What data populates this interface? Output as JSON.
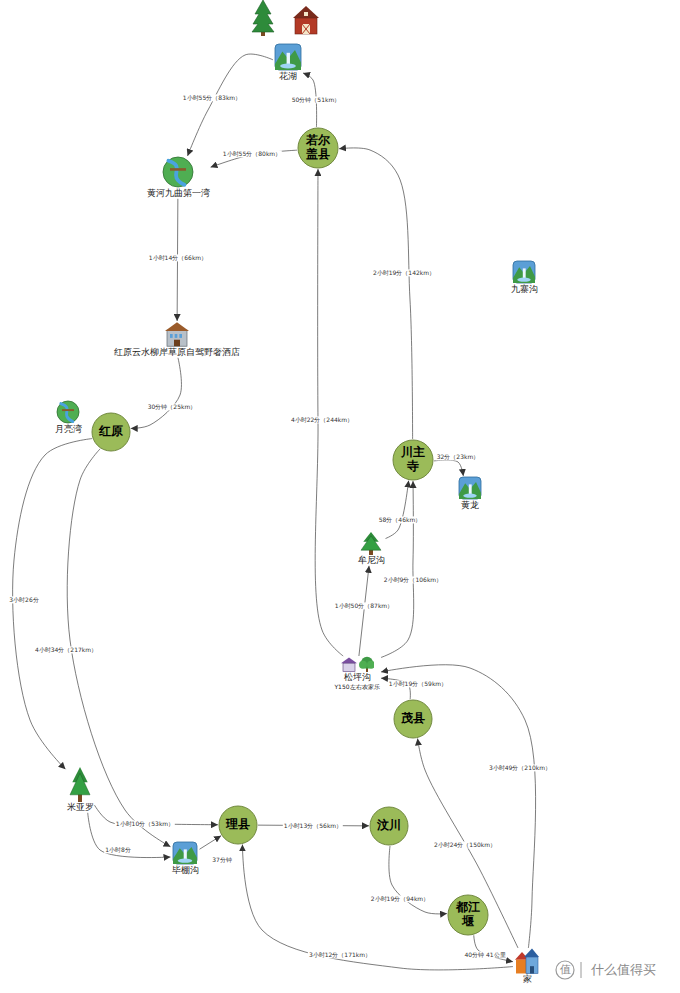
{
  "diagram": {
    "nodes": [
      {
        "text": [
          "花湖"
        ]
      },
      {
        "text": [
          "若尔盖县"
        ]
      },
      {
        "text": [
          "黄河九曲第一湾"
        ]
      },
      {
        "text": [
          "九寨沟"
        ]
      },
      {
        "text": [
          "红原云水柳岸草原自驾野奢酒店"
        ]
      },
      {
        "text": [
          "月亮湾"
        ]
      },
      {
        "text": [
          "红原"
        ]
      },
      {
        "text": [
          "川主寺"
        ]
      },
      {
        "text": [
          "黄龙"
        ]
      },
      {
        "text": [
          "牟尼沟"
        ]
      },
      {
        "text": [
          "松坪沟",
          "Y150左右农家乐"
        ]
      },
      {
        "text": [
          "茂县"
        ]
      },
      {
        "text": [
          "米亚罗"
        ]
      },
      {
        "text": [
          "理县"
        ]
      },
      {
        "text": [
          "汶川"
        ]
      },
      {
        "text": [
          "毕棚沟"
        ]
      },
      {
        "text": [
          "都江堰"
        ]
      },
      {
        "text": [
          "家"
        ]
      }
    ],
    "edges": [
      {
        "from": 1,
        "to": 0,
        "label": "50分钟（51km）",
        "arrow": "to"
      },
      {
        "from": 0,
        "to": 2,
        "label": "1小时55分（83km）",
        "arrow": "to"
      },
      {
        "from": 1,
        "to": 2,
        "label": "1小时55分（80km）",
        "arrow": "to"
      },
      {
        "from": 2,
        "to": 4,
        "label": "1小时14分（66km）",
        "arrow": "to"
      },
      {
        "from": 4,
        "to": 6,
        "label": "30分钟（25km）",
        "arrow": "to"
      },
      {
        "from": 6,
        "to": 12,
        "label": "3小时26分",
        "arrow": "to"
      },
      {
        "from": 6,
        "to": 15,
        "label": "4小时34分（217km）",
        "arrow": "to"
      },
      {
        "from": 12,
        "to": 13,
        "label": "1小时10分（53km）",
        "arrow": "to"
      },
      {
        "from": 12,
        "to": 15,
        "label": "1小时8分",
        "arrow": "to"
      },
      {
        "from": 15,
        "to": 13,
        "label": "37分钟",
        "arrow": "to"
      },
      {
        "from": 13,
        "to": 14,
        "label": "1小时13分（56km）",
        "arrow": "to"
      },
      {
        "from": 14,
        "to": 16,
        "label": "2小时19分（94km）",
        "arrow": "to"
      },
      {
        "from": 16,
        "to": 17,
        "label": "40分钟 41公里",
        "arrow": "to"
      },
      {
        "from": 17,
        "to": 13,
        "label": "3小时12分（171km）",
        "arrow": "to"
      },
      {
        "from": 17,
        "to": 11,
        "label": "2小时24分（150km）",
        "arrow": "to"
      },
      {
        "from": 11,
        "to": 10,
        "label": "1小时19分（59km）",
        "arrow": "to"
      },
      {
        "from": 17,
        "to": 10,
        "label": "3小时49分（210km）",
        "arrow": "to"
      },
      {
        "from": 10,
        "to": 9,
        "label": "1小时50分（87km）",
        "arrow": "to"
      },
      {
        "from": 9,
        "to": 7,
        "label": "58分（46km）",
        "arrow": "to"
      },
      {
        "from": 10,
        "to": 7,
        "label": "2小时9分（106km）",
        "arrow": "to"
      },
      {
        "from": 7,
        "to": 8,
        "label": "32分（23km）",
        "arrow": "to"
      },
      {
        "from": 7,
        "to": 1,
        "label": "2小时19分（142km）",
        "arrow": "to"
      },
      {
        "from": 10,
        "to": 1,
        "label": "4小时22分（244km）",
        "arrow": "to"
      }
    ],
    "labels": [
      "值",
      "什么值得买"
    ]
  }
}
